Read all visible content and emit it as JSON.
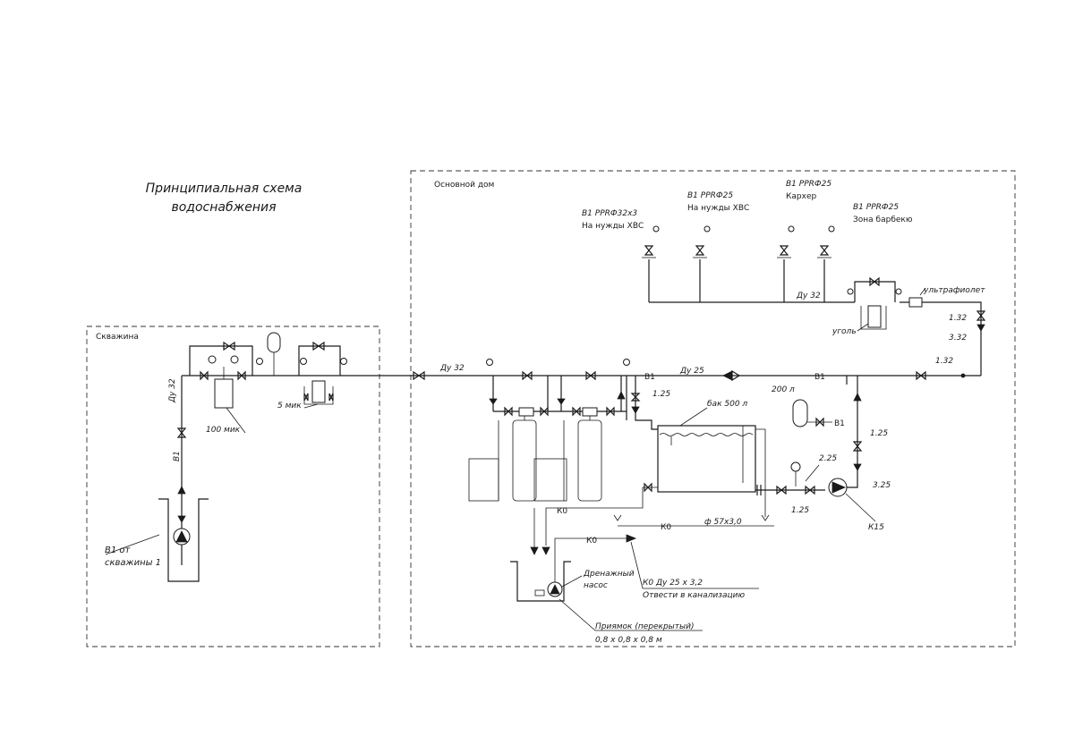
{
  "title": {
    "line1": "Принципиальная схема",
    "line2": "водоснабжения"
  },
  "zones": {
    "well": "Скважина",
    "house": "Основной дом"
  },
  "outlets": [
    {
      "line1": "В1 PPRФ32х3",
      "line2": "На нужды ХВС"
    },
    {
      "line1": "В1 PPRФ25",
      "line2": "На нужды ХВС"
    },
    {
      "line1": "В1 PPRФ25",
      "line2": "Кархер"
    },
    {
      "line1": "В1 PPRФ25",
      "line2": "Зона барбекю"
    }
  ],
  "labels": {
    "du32_a": "Ду 32",
    "du32_b": "Ду 32",
    "du32_c": "Ду 32",
    "du25": "Ду 25",
    "b1_well": "В1",
    "b1_a": "В1",
    "b1_b": "В1",
    "b1_c": "В1",
    "uv": "ультрафиолет",
    "coal": "уголь",
    "r132a": "1.32",
    "r332": "3.32",
    "r132b": "1.32",
    "r125a": "1.25",
    "r125b": "1.25",
    "r125c": "1.25",
    "r225": "2.25",
    "r325": "3.25",
    "tank500": "бак 500 л",
    "tank200": "200 л",
    "k15": "К15",
    "f100": "100 мик",
    "f5": "5 мик",
    "k0a": "К0",
    "k0b": "К0",
    "k0c": "К0",
    "phi57": "ф 57х3,0",
    "drain_pump1": "Дренажный",
    "drain_pump2": "насос",
    "ko_du1": "К0  Ду  25 х 3,2",
    "ko_du2": "Отвести в канализацию",
    "pit1": "Приямок (перекрытый)",
    "pit2": "0,8 х 0,8 х 0,8  м",
    "well_src1": "В1 от",
    "well_src2": "скважины 1"
  }
}
